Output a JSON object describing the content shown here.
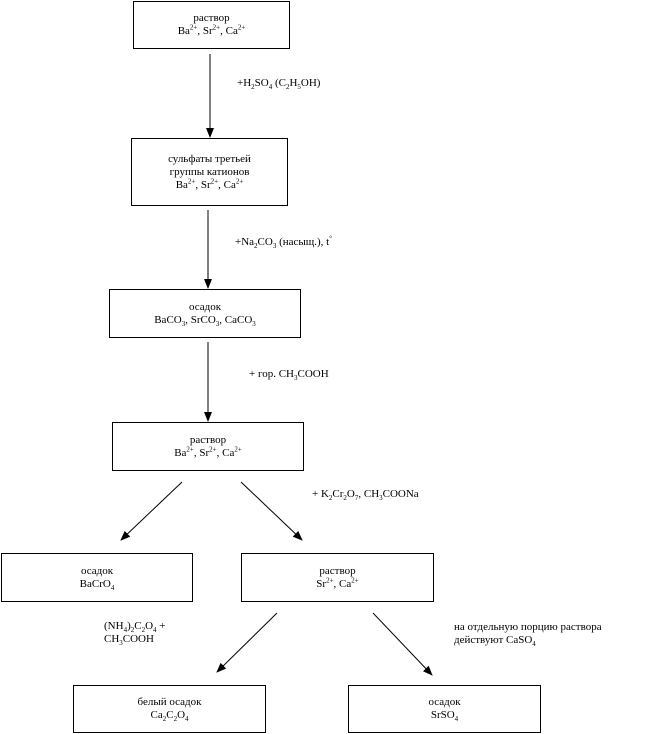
{
  "boxes": {
    "solution_initial": {
      "lines": [
        "раствор",
        "Ba<sup>2+</sup>, Sr<sup>2+</sup>, Ca<sup>2+</sup>"
      ]
    },
    "sulfates": {
      "lines": [
        "сульфаты третьей",
        "группы катионов",
        "Ba<sup>2+</sup>, Sr<sup>2+</sup>, Ca<sup>2+</sup>"
      ]
    },
    "carbonate_precipitate": {
      "lines": [
        "осадок",
        "BaCO<sub>3</sub>, SrCO<sub>3</sub>, CaCO<sub>3</sub>"
      ]
    },
    "solution_after_acid": {
      "lines": [
        "раствор",
        "Ba<sup>2+</sup>, Sr<sup>2+</sup>, Ca<sup>2+</sup>"
      ]
    },
    "barium_chromate": {
      "lines": [
        "осадок",
        "BaCrO<sub>4</sub>"
      ]
    },
    "solution_sr_ca": {
      "lines": [
        "раствор",
        "Sr<sup>2+</sup>, Ca<sup>2+</sup>"
      ]
    },
    "calcium_oxalate": {
      "lines": [
        "белый осадок",
        "Ca<sub>2</sub>C<sub>2</sub>O<sub>4</sub>"
      ]
    },
    "strontium_sulfate": {
      "lines": [
        "осадок",
        "SrSO<sub>4</sub>"
      ]
    }
  },
  "reagents": {
    "sulfuric_acid": {
      "lines": [
        "+H<sub>2</sub>SO<sub>4</sub> (C<sub>2</sub>H<sub>5</sub>OH)"
      ]
    },
    "sodium_carbonate": {
      "lines": [
        "+Na<sub>2</sub>CO<sub>3</sub> (насыщ.), t<sup>°</sup>"
      ]
    },
    "acetic_acid": {
      "lines": [
        "+ гор. CH<sub>3</sub>COOH"
      ]
    },
    "dichromate": {
      "lines": [
        "+ K<sub>2</sub>Cr<sub>2</sub>O<sub>7</sub>, CH<sub>3</sub>COONa"
      ]
    },
    "oxalate": {
      "lines": [
        "(NH<sub>4</sub>)<sub>2</sub>C<sub>2</sub>O<sub>4</sub> +",
        "CH<sub>3</sub>COOH"
      ]
    },
    "calcium_sulfate": {
      "lines": [
        "на отдельную порцию раствора",
        "действуют CaSO<sub>4</sub>"
      ]
    }
  }
}
